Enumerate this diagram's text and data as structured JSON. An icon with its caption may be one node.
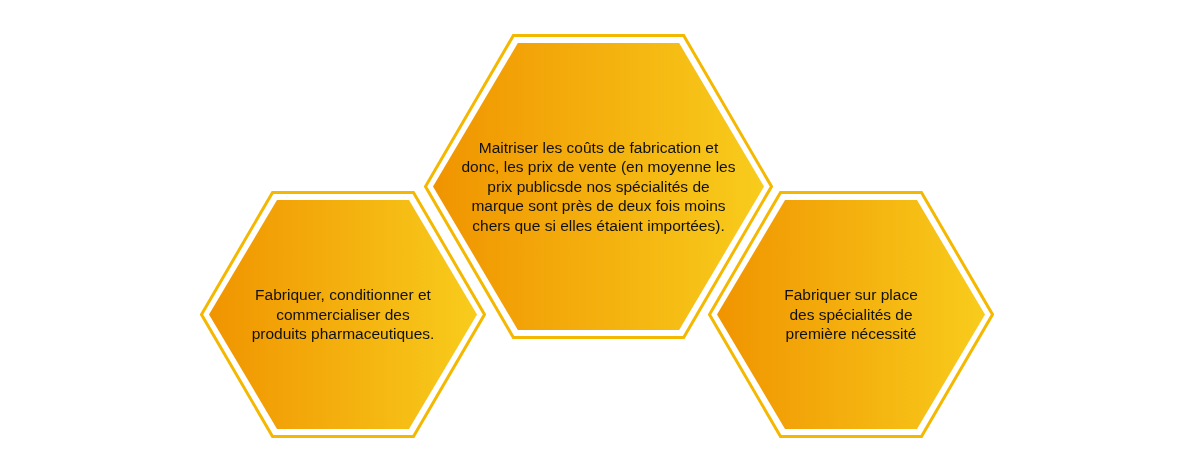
{
  "diagram": {
    "nodes": [
      {
        "text": [
          "Fabriquer, conditionner et commercialiser des produits pharmaceutiques."
        ]
      },
      {
        "text": [
          "Maitriser les coûts de fabrication et donc, les prix de vente (en moyenne les prix publicsde nos spécialités de marque sont près de deux fois moins chers que si elles étaient importées)."
        ]
      },
      {
        "text": [
          "Fabriquer sur place des spécialités de première nécessité"
        ]
      }
    ]
  }
}
